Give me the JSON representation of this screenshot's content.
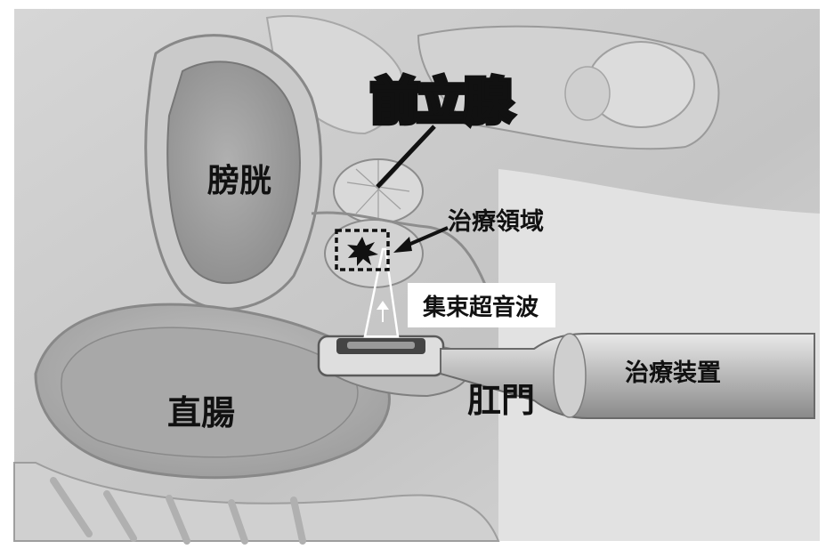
{
  "labels": {
    "prostate": "前立腺",
    "bladder": "膀胱",
    "treatment_area": "治療領域",
    "focused_ultrasound": "集束超音波",
    "treatment_device": "治療装置",
    "rectum": "直腸",
    "anus": "肛門"
  },
  "colors": {
    "background": "#c9c9c9",
    "tissue_light": "#e6e6e6",
    "tissue_mid": "#b8b8b8",
    "tissue_dark": "#8f8f8f",
    "line": "#111111"
  }
}
